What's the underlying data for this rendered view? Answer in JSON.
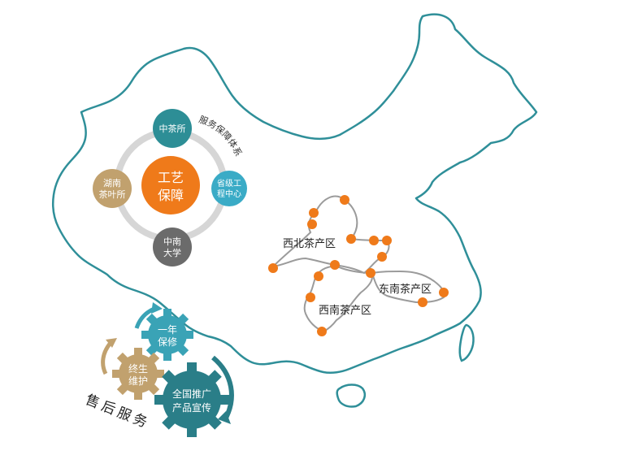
{
  "colors": {
    "map_outline": "#2f8f99",
    "route_line": "#9b9b9b",
    "region_dot": "#ef7a1a",
    "ring": "#d6d6d6",
    "center_circle": "#ef7a1a",
    "ctri_circle": "#2d8e96",
    "province_circle": "#3aabc6",
    "univ_circle": "#6b6b6b",
    "hunan_circle": "#c1a16e",
    "gear_teal": "#3aa3b6",
    "gear_gold": "#c1a16e",
    "gear_dark": "#2a7e88",
    "text_dark": "#333333"
  },
  "service_system": {
    "center_label_line1": "工艺",
    "center_label_line2": "保障",
    "top_node": "中茶所",
    "right_node_line1": "省级工",
    "right_node_line2": "程中心",
    "bottom_node_line1": "中南",
    "bottom_node_line2": "大学",
    "left_node_line1": "湖南",
    "left_node_line2": "茶叶所",
    "arc_label": "服务保障体系"
  },
  "regions": {
    "northwest": "西北茶产区",
    "southwest": "西南茶产区",
    "southeast": "东南茶产区"
  },
  "after_sales": {
    "title": "售后服务",
    "gear_top_line1": "一年",
    "gear_top_line2": "保修",
    "gear_mid_line1": "终生",
    "gear_mid_line2": "维护",
    "gear_big_line1": "全国推广",
    "gear_big_line2": "产品宣传"
  }
}
